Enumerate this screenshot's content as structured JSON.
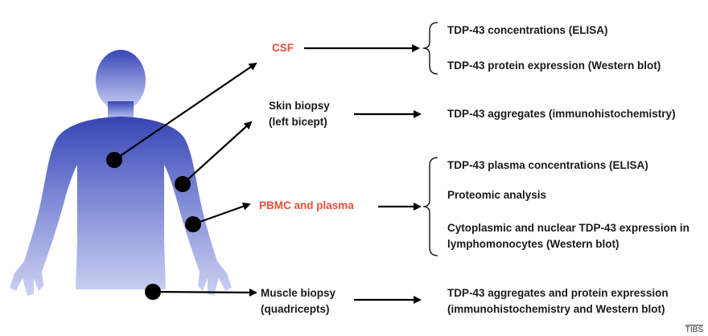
{
  "sources": {
    "csf": "CSF",
    "skin_line1": "Skin biopsy",
    "skin_line2": "(left bicept)",
    "pbmc": "PBMC and plasma",
    "muscle_line1": "Muscle biopsy",
    "muscle_line2": "(quadricepts)"
  },
  "outcomes": {
    "csf": [
      "TDP-43 concentrations (ELISA)",
      "TDP-43 protein expression (Western blot)"
    ],
    "skin": [
      "TDP-43 aggregates (immunohistochemistry)"
    ],
    "pbmc": [
      "TDP-43 plasma concentrations (ELISA)",
      "Proteomic analysis",
      "Cytoplasmic and nuclear TDP-43 expression in",
      "lymphomonocytes (Western blot)"
    ],
    "muscle": [
      "TDP-43 aggregates and protein expression",
      "(immunohistochemistry and Western blot)"
    ]
  },
  "credit": "TIBS",
  "colors": {
    "highlight": "#e8503a",
    "text": "#1a1a1a",
    "body_top": "#2f3fae",
    "body_bottom": "#c9cff0"
  }
}
